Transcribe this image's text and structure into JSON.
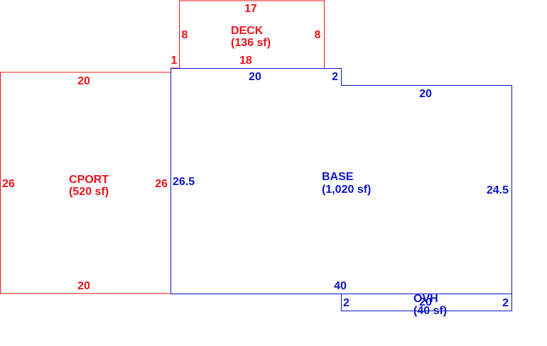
{
  "colors": {
    "background": "#ffffff",
    "red": "#e8141b",
    "blue": "#0a14c8"
  },
  "areas": {
    "deck": {
      "name": "DECK",
      "area": "(136 sf)",
      "dims": {
        "top": "17",
        "bottom": "18",
        "left": "8",
        "right": "8",
        "offset": "1"
      }
    },
    "cport": {
      "name": "CPORT",
      "area": "(520 sf)",
      "dims": {
        "top": "20",
        "bottom": "20",
        "left": "26",
        "right": "26"
      }
    },
    "base": {
      "name": "BASE",
      "area": "(1,020 sf)",
      "dims": {
        "top_left": "20",
        "step": "2",
        "top_right": "20",
        "left": "26.5",
        "right": "24.5",
        "bottom": "40"
      }
    },
    "ovh": {
      "name": "OVH",
      "area": "(40 sf)",
      "dims": {
        "top": "20",
        "left": "2",
        "right": "2"
      }
    }
  }
}
